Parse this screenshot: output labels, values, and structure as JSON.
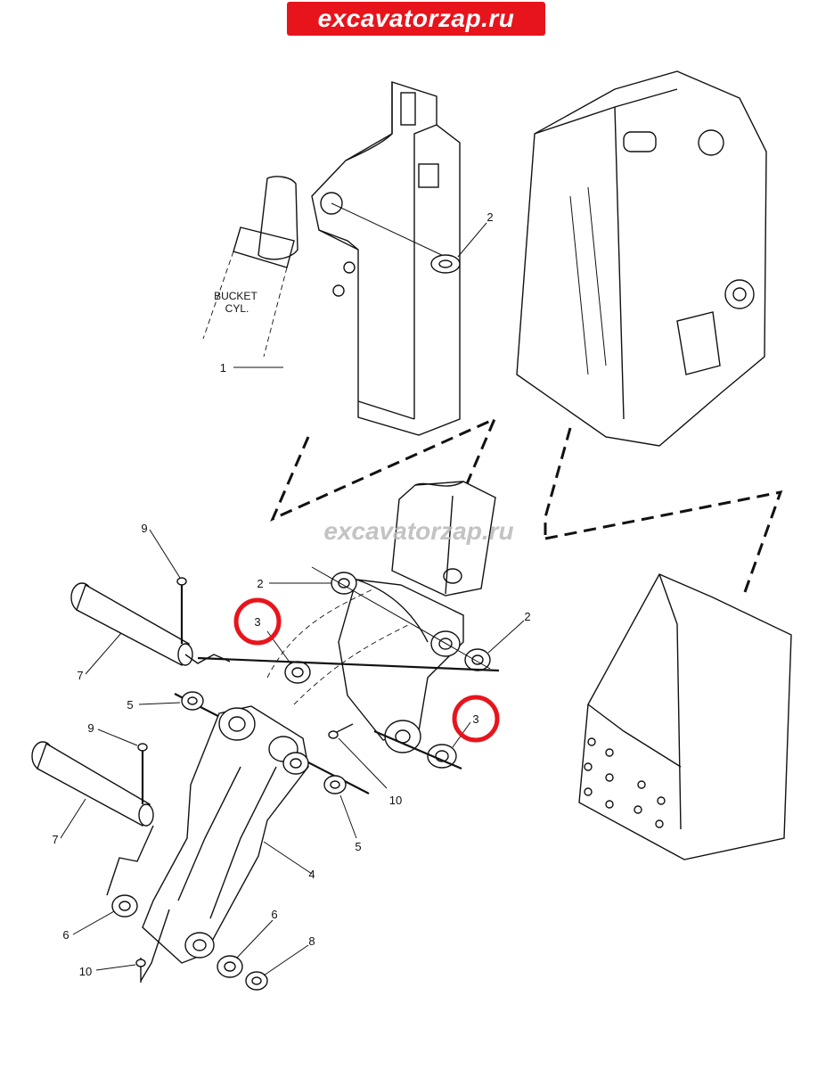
{
  "header": {
    "site_banner": "excavatorzap.ru"
  },
  "watermark": {
    "text": "excavatorzap.ru"
  },
  "annotations": {
    "bucket_cylinder": "BUCKET\nCYL."
  },
  "callouts": [
    {
      "id": "c1",
      "label": "1"
    },
    {
      "id": "c2a",
      "label": "2"
    },
    {
      "id": "c2b",
      "label": "2"
    },
    {
      "id": "c2c",
      "label": "2"
    },
    {
      "id": "c3a",
      "label": "3",
      "highlighted": true
    },
    {
      "id": "c3b",
      "label": "3",
      "highlighted": true
    },
    {
      "id": "c4",
      "label": "4"
    },
    {
      "id": "c5a",
      "label": "5"
    },
    {
      "id": "c5b",
      "label": "5"
    },
    {
      "id": "c6a",
      "label": "6"
    },
    {
      "id": "c6b",
      "label": "6"
    },
    {
      "id": "c7a",
      "label": "7"
    },
    {
      "id": "c7b",
      "label": "7"
    },
    {
      "id": "c8",
      "label": "8"
    },
    {
      "id": "c9a",
      "label": "9"
    },
    {
      "id": "c9b",
      "label": "9"
    },
    {
      "id": "c10a",
      "label": "10"
    },
    {
      "id": "c10b",
      "label": "10"
    }
  ],
  "colors": {
    "banner_bg": "#e8141c",
    "highlight_ring": "#e8141c",
    "line_art": "#111111",
    "watermark": "#b9b9b9"
  }
}
